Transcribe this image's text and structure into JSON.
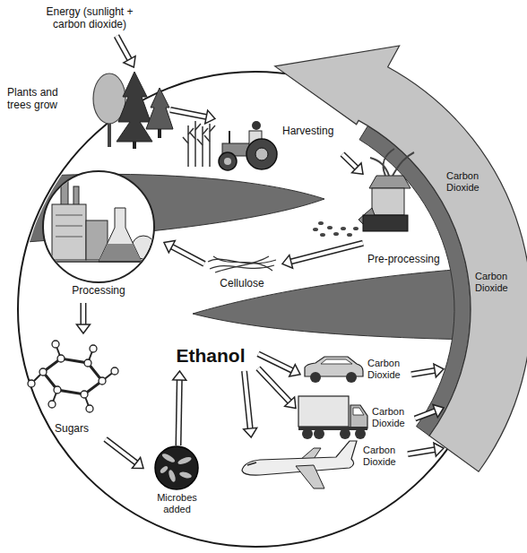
{
  "diagram": {
    "nodes": [
      {
        "text": [
          "Energy (sunlight + carbon dioxide)"
        ]
      },
      {
        "text": [
          "Plants and trees grow"
        ]
      },
      {
        "text": [
          "Harvesting"
        ]
      },
      {
        "text": [
          "Pre-processing"
        ]
      },
      {
        "text": [
          "Cellulose"
        ]
      },
      {
        "text": [
          "Processing"
        ]
      },
      {
        "text": [
          "Sugars"
        ]
      },
      {
        "text": [
          "Microbes added"
        ]
      },
      {
        "text": [
          "Ethanol"
        ]
      },
      {
        "text": [
          "Carbon Dioxide"
        ]
      },
      {
        "text": [
          "Carbon Dioxide"
        ]
      },
      {
        "text": [
          "Carbon Dioxide"
        ]
      },
      {
        "text": [
          "Carbon Dioxide",
          "Carbon Dioxide"
        ]
      }
    ],
    "edges": [
      {
        "from": 0,
        "to": 1,
        "arrow": "to"
      },
      {
        "from": 1,
        "to": 2,
        "arrow": "to"
      },
      {
        "from": 2,
        "to": 3,
        "arrow": "to"
      },
      {
        "from": 3,
        "to": 4,
        "arrow": "to"
      },
      {
        "from": 4,
        "to": 5,
        "arrow": "to"
      },
      {
        "from": 5,
        "to": 6,
        "arrow": "to"
      },
      {
        "from": 6,
        "to": 7,
        "arrow": "to"
      },
      {
        "from": 7,
        "to": 8,
        "arrow": "to"
      },
      {
        "from": 8,
        "to": 9,
        "arrow": "to"
      },
      {
        "from": 8,
        "to": 10,
        "arrow": "to"
      },
      {
        "from": 8,
        "to": 11,
        "arrow": "to"
      },
      {
        "from": 9,
        "to": 12,
        "arrow": "to"
      },
      {
        "from": 10,
        "to": 12,
        "arrow": "to"
      },
      {
        "from": 11,
        "to": 12,
        "arrow": "to"
      }
    ]
  }
}
